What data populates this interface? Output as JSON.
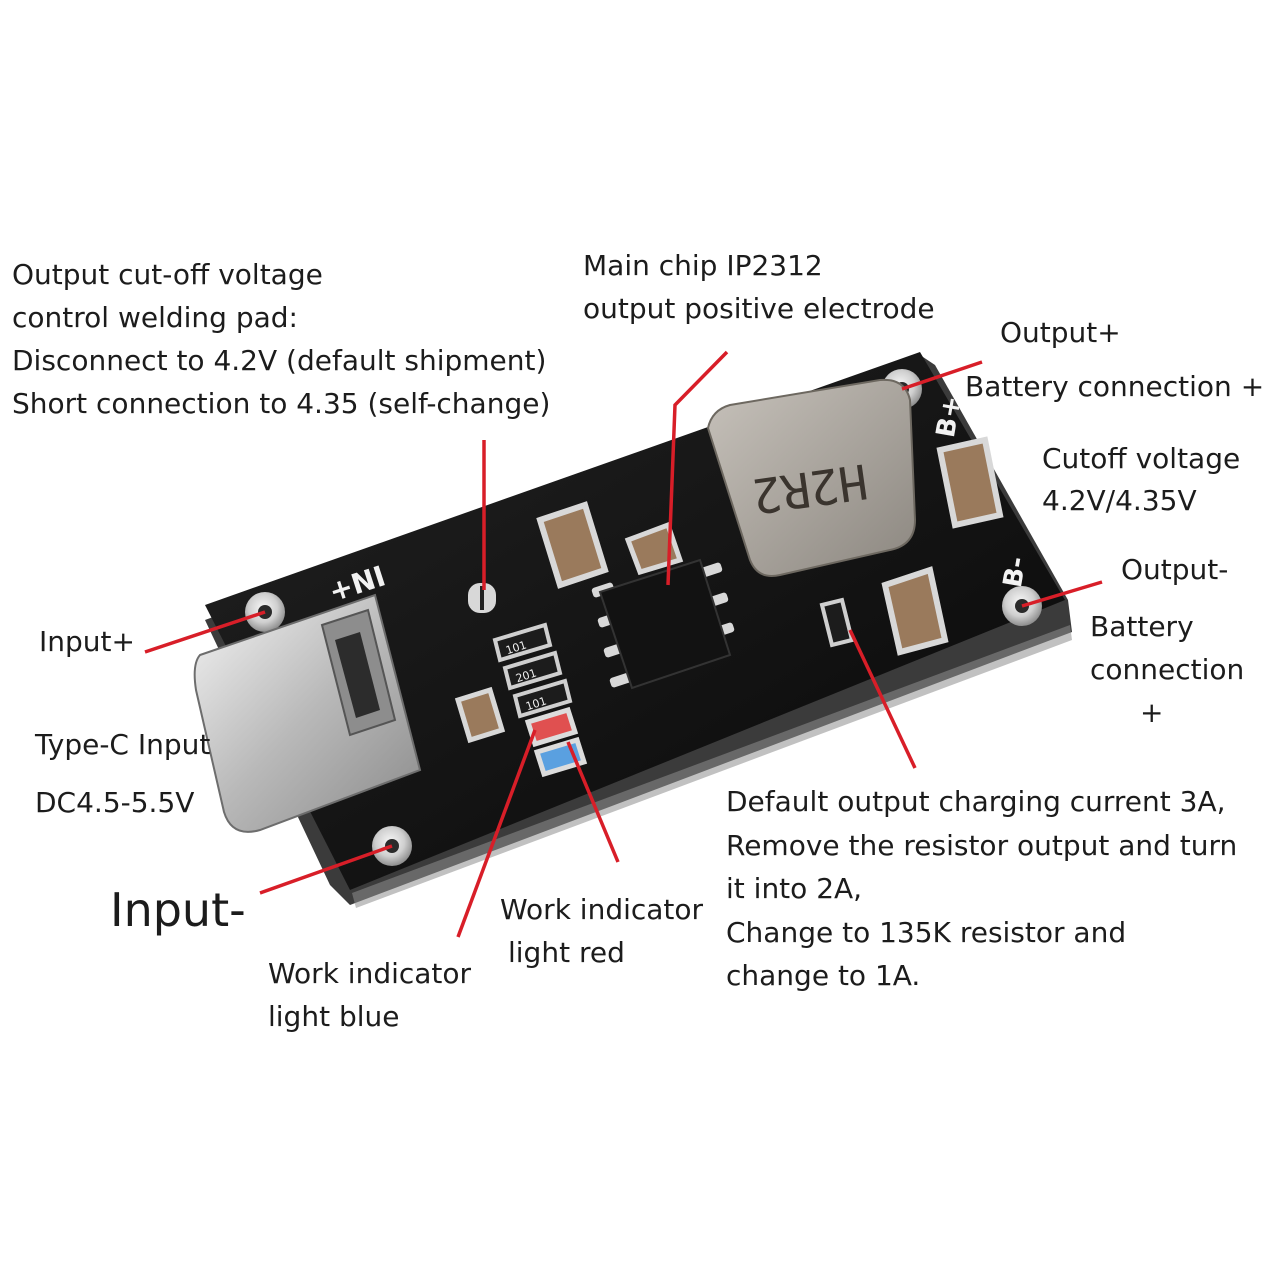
{
  "labels": {
    "cutoff_pad": [
      "Output cut-off voltage",
      "control welding pad:",
      "Disconnect to 4.2V (default shipment)",
      "Short connection to 4.35 (self-change)"
    ],
    "main_chip": [
      "Main chip IP2312",
      "output positive electrode"
    ],
    "output_plus": "Output+",
    "battery_plus": "Battery connection +",
    "cutoff_voltage": [
      "Cutoff voltage",
      "4.2V/4.35V"
    ],
    "output_minus": "Output-",
    "battery_connection": [
      "Battery",
      "connection",
      "+"
    ],
    "input_plus": "Input+",
    "type_c": [
      "Type-C Input",
      "DC4.5-5.5V"
    ],
    "input_minus": "Input-",
    "work_blue": [
      "Work indicator",
      "light blue"
    ],
    "work_red": [
      "Work indicator",
      "light red"
    ],
    "charging_current": [
      "Default output charging current 3A,",
      "Remove the resistor output and turn",
      "it into 2A,",
      "Change to 135K resistor and",
      "change to 1A."
    ]
  },
  "board": {
    "silkscreen_in": "+NI",
    "silkscreen_b_plus": "B+",
    "silkscreen_b_minus": "B-",
    "inductor_marking": "H2R2",
    "resistor_marks": [
      "101",
      "201",
      "101"
    ]
  },
  "colors": {
    "pcb": "#151515",
    "pcb_edge": "#3a3a3a",
    "callout_line": "#d81e28",
    "pad": "#cfcfcf",
    "inductor": "#a59f97",
    "capacitor": "#9a7a5c",
    "chip": "#181818",
    "led_blue": "#5aa0e0",
    "led_red": "#e05050"
  }
}
